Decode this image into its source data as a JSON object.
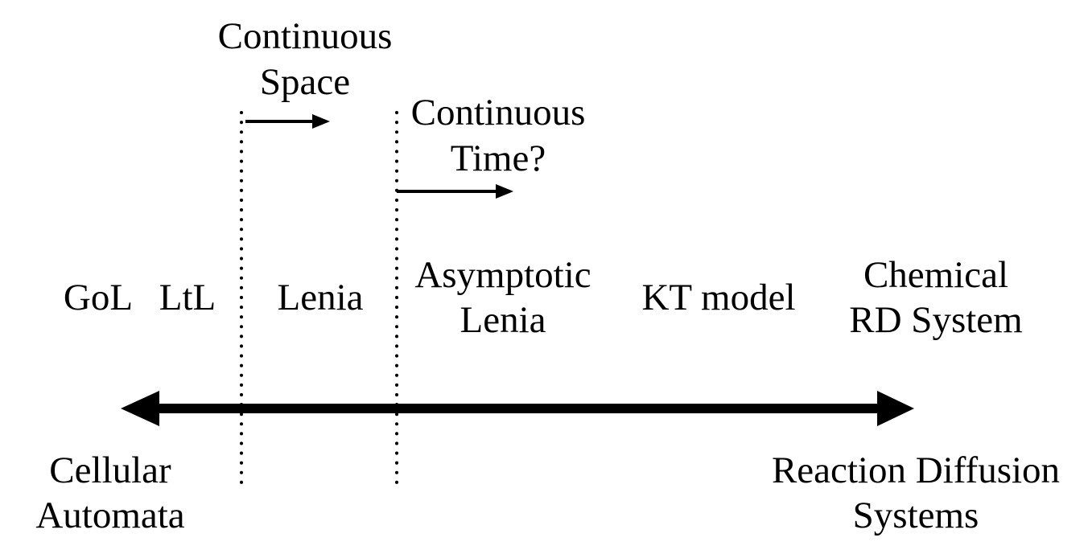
{
  "colors": {
    "ink": "#000000",
    "background": "#ffffff"
  },
  "annotations": {
    "continuous_space": [
      "Continuous",
      "Space"
    ],
    "continuous_time": [
      "Continuous",
      "Time?"
    ]
  },
  "models": {
    "gol": "GoL",
    "ltl": "LtL",
    "lenia": "Lenia",
    "asymptotic_lenia": [
      "Asymptotic",
      "Lenia"
    ],
    "kt_model": "KT model",
    "chemical_rd": [
      "Chemical",
      "RD System"
    ]
  },
  "axis_ends": {
    "left": [
      "Cellular",
      "Automata"
    ],
    "right": [
      "Reaction Diffusion",
      "Systems"
    ]
  }
}
